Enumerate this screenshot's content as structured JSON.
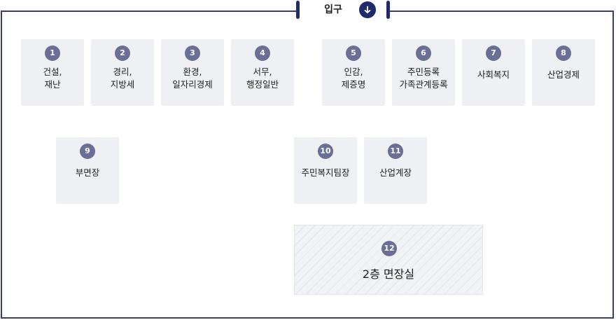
{
  "entrance": {
    "label": "입구",
    "icon": "arrow-down-icon"
  },
  "rooms": [
    {
      "num": "1",
      "label": "건설,\n재난"
    },
    {
      "num": "2",
      "label": "경리,\n지방세"
    },
    {
      "num": "3",
      "label": "환경,\n일자리경제"
    },
    {
      "num": "4",
      "label": "서무,\n행정일반"
    },
    {
      "num": "5",
      "label": "인감,\n제증명"
    },
    {
      "num": "6",
      "label": "주민등록\n가족관계등록"
    },
    {
      "num": "7",
      "label": "사회복지"
    },
    {
      "num": "8",
      "label": "산업경제"
    },
    {
      "num": "9",
      "label": "부면장"
    },
    {
      "num": "10",
      "label": "주민복지팀장"
    },
    {
      "num": "11",
      "label": "산업계장"
    }
  ],
  "meeting_room": {
    "num": "12",
    "label": "2층 면장실"
  },
  "colors": {
    "frame": "#3a4060",
    "accent": "#1f2a6b",
    "badge": "#6b6f95",
    "room": "#eff0f3"
  }
}
